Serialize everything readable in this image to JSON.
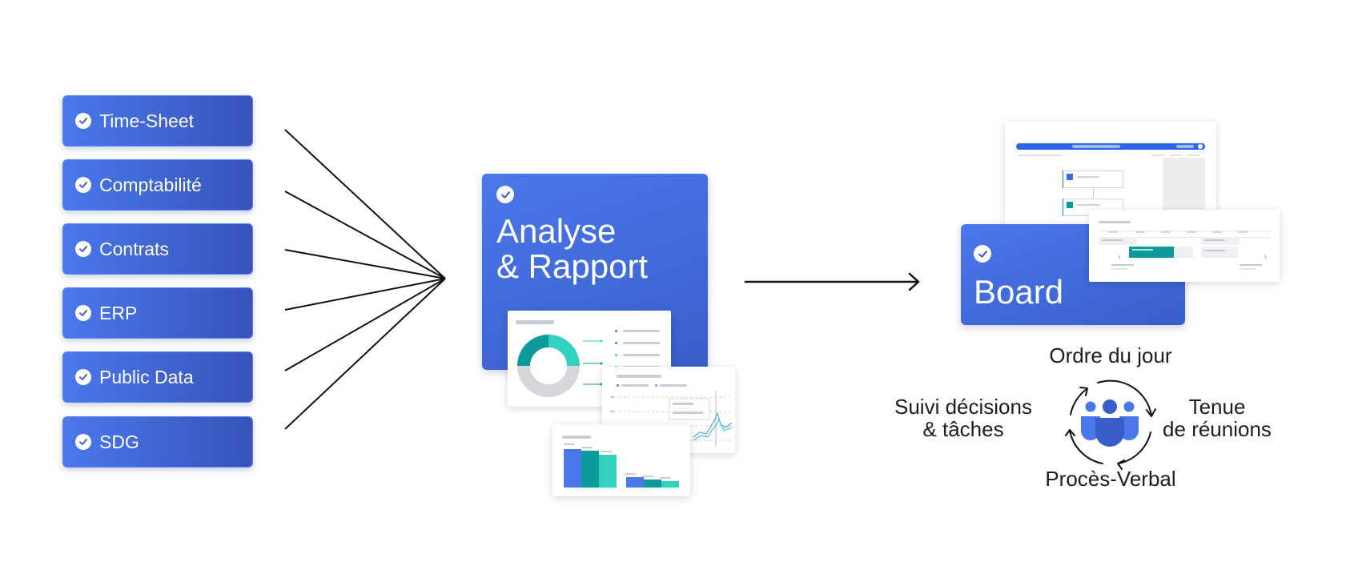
{
  "sources": [
    {
      "label": "Time-Sheet"
    },
    {
      "label": "Comptabilité"
    },
    {
      "label": "Contrats"
    },
    {
      "label": "ERP"
    },
    {
      "label": "Public Data"
    },
    {
      "label": "SDG"
    }
  ],
  "analysis": {
    "line1": "Analyse",
    "line2": "& Rapport"
  },
  "board": {
    "label": "Board"
  },
  "cycle": {
    "top": "Ordre du jour",
    "right_line1": "Tenue",
    "right_line2": "de réunions",
    "bottom": "Procès-Verbal",
    "left_line1": "Suivi décisions",
    "left_line2": "& tâches"
  },
  "colors": {
    "primary_blue": "#4a78ec",
    "dark_blue": "#3653b8",
    "teal": "#0c9a9c",
    "mint": "#33d1bf",
    "light_gray": "#d6d7da"
  },
  "icons": {
    "check": "check-circle-icon",
    "team": "teams-people-icon",
    "cycle": "cycle-arrows-icon",
    "arrow": "arrow-right-icon"
  }
}
